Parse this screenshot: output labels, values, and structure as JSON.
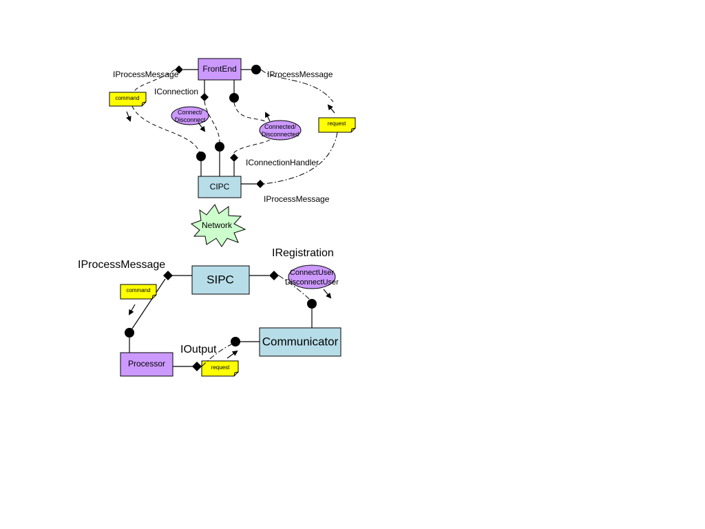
{
  "colors": {
    "component_purple": "#cc99ff",
    "component_teal": "#b7dde8",
    "note_yellow": "#ffff00",
    "network_green": "#ccffcc",
    "line": "#000000"
  },
  "top": {
    "frontend": "FrontEnd",
    "cipc": "CIPC",
    "network": "Network",
    "label_iprocessmessage_left": "IProcessMessage",
    "label_iprocessmessage_right": "IProcessMessage",
    "label_iconnection": "IConnection",
    "label_iconnectionhandler": "IConnectionHandler",
    "label_iprocessmessage_bottom": "IProcessMessage",
    "note_command": "command",
    "note_request": "request",
    "ellipse_connect_line1": "Connect/",
    "ellipse_connect_line2": "Disconnect",
    "ellipse_connected_line1": "Connected/",
    "ellipse_connected_line2": "Disconnected"
  },
  "bottom": {
    "sipc": "SIPC",
    "communicator": "Communicator",
    "processor": "Processor",
    "label_iprocessmessage": "IProcessMessage",
    "label_iregistration": "IRegistration",
    "label_ioutput": "IOutput",
    "note_command": "command",
    "note_request": "request",
    "ellipse_line1": "ConnectUser",
    "ellipse_line2": "DisconnectUser"
  }
}
